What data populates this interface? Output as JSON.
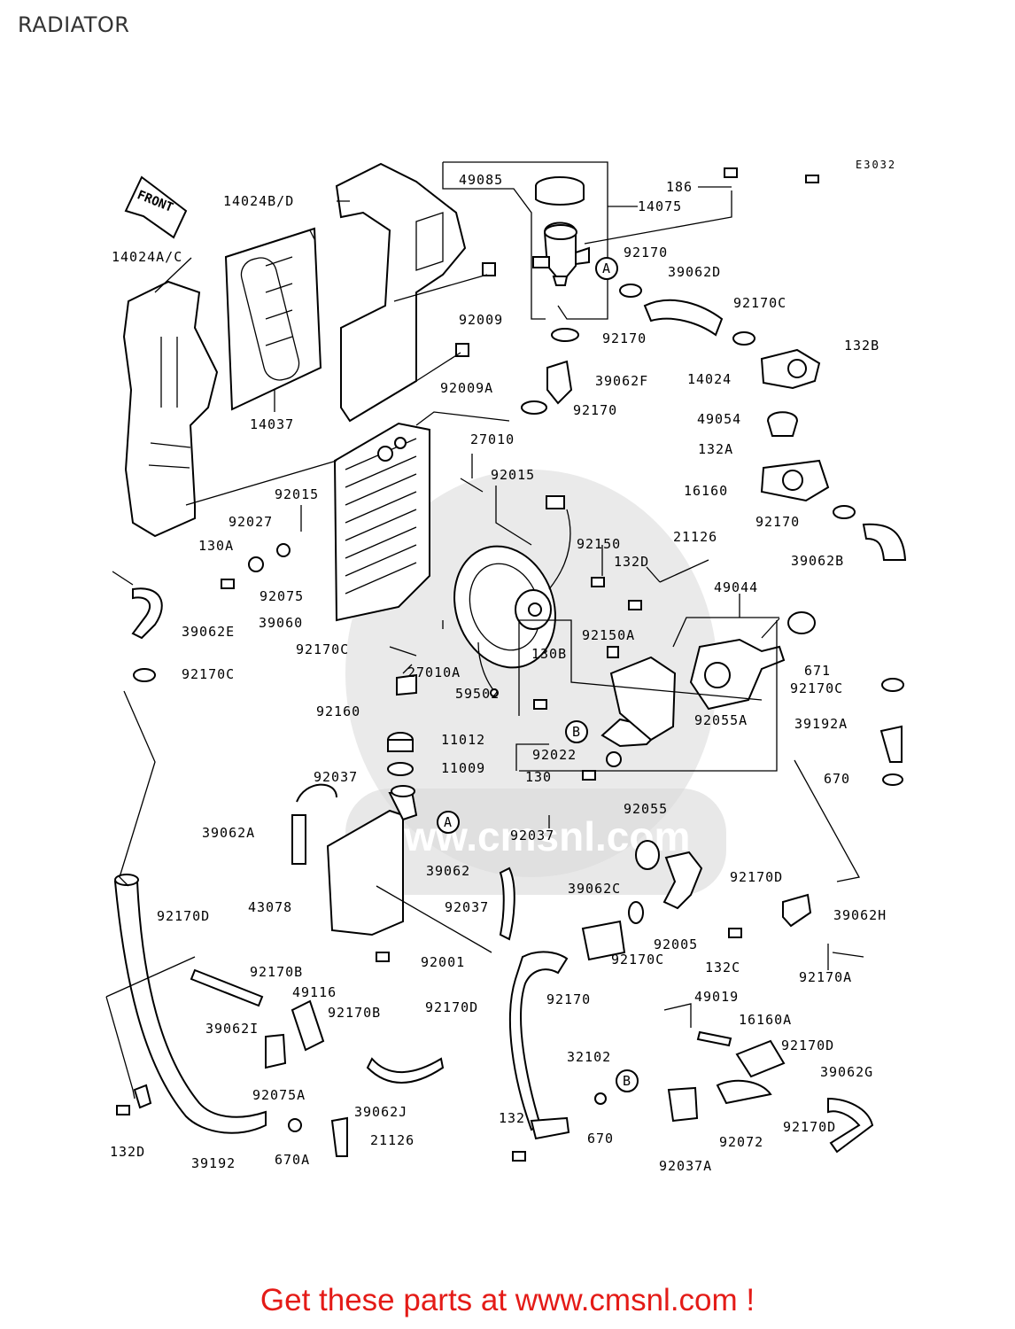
{
  "title": "RADIATOR",
  "diagram_code": "E3032",
  "front_arrow": "FRONT",
  "callout_a": "A",
  "callout_b": "B",
  "watermark": "www.cmsnl.com",
  "banner": "Get these parts at www.cmsnl.com !",
  "parts": [
    {
      "id": "p0",
      "text": "186"
    },
    {
      "id": "p1",
      "text": "49085"
    },
    {
      "id": "p2",
      "text": "14075"
    },
    {
      "id": "p3",
      "text": "14024B/D"
    },
    {
      "id": "p4",
      "text": "14024A/C"
    },
    {
      "id": "p5",
      "text": "92170"
    },
    {
      "id": "p6",
      "text": "39062D"
    },
    {
      "id": "p7",
      "text": "92009"
    },
    {
      "id": "p8",
      "text": "92170C"
    },
    {
      "id": "p9",
      "text": "92170"
    },
    {
      "id": "p10",
      "text": "132B"
    },
    {
      "id": "p11",
      "text": "92009A"
    },
    {
      "id": "p12",
      "text": "39062F"
    },
    {
      "id": "p13",
      "text": "14024"
    },
    {
      "id": "p14",
      "text": "14037"
    },
    {
      "id": "p15",
      "text": "92170"
    },
    {
      "id": "p16",
      "text": "49054"
    },
    {
      "id": "p17",
      "text": "27010"
    },
    {
      "id": "p18",
      "text": "132A"
    },
    {
      "id": "p19",
      "text": "92015"
    },
    {
      "id": "p20",
      "text": "92015"
    },
    {
      "id": "p21",
      "text": "16160"
    },
    {
      "id": "p22",
      "text": "92027"
    },
    {
      "id": "p23",
      "text": "92170"
    },
    {
      "id": "p24",
      "text": "21126"
    },
    {
      "id": "p25",
      "text": "130A"
    },
    {
      "id": "p26",
      "text": "92150"
    },
    {
      "id": "p27",
      "text": "132D"
    },
    {
      "id": "p28",
      "text": "39062B"
    },
    {
      "id": "p29",
      "text": "92075"
    },
    {
      "id": "p30",
      "text": "49044"
    },
    {
      "id": "p31",
      "text": "39060"
    },
    {
      "id": "p32",
      "text": "39062E"
    },
    {
      "id": "p33",
      "text": "92150A"
    },
    {
      "id": "p34",
      "text": "92170C"
    },
    {
      "id": "p35",
      "text": "130B"
    },
    {
      "id": "p36",
      "text": "671"
    },
    {
      "id": "p37",
      "text": "27010A"
    },
    {
      "id": "p38",
      "text": "92170C"
    },
    {
      "id": "p39",
      "text": "92170C"
    },
    {
      "id": "p40",
      "text": "59502"
    },
    {
      "id": "p41",
      "text": "92160"
    },
    {
      "id": "p42",
      "text": "92055A"
    },
    {
      "id": "p43",
      "text": "39192A"
    },
    {
      "id": "p44",
      "text": "11012"
    },
    {
      "id": "p45",
      "text": "92022"
    },
    {
      "id": "p46",
      "text": "11009"
    },
    {
      "id": "p47",
      "text": "130"
    },
    {
      "id": "p48",
      "text": "670"
    },
    {
      "id": "p49",
      "text": "92037"
    },
    {
      "id": "p50",
      "text": "92055"
    },
    {
      "id": "p51",
      "text": "39062A"
    },
    {
      "id": "p52",
      "text": "92037"
    },
    {
      "id": "p53",
      "text": "39062"
    },
    {
      "id": "p54",
      "text": "92170D"
    },
    {
      "id": "p55",
      "text": "39062C"
    },
    {
      "id": "p56",
      "text": "43078"
    },
    {
      "id": "p57",
      "text": "92037"
    },
    {
      "id": "p58",
      "text": "39062H"
    },
    {
      "id": "p59",
      "text": "92170D"
    },
    {
      "id": "p60",
      "text": "92005"
    },
    {
      "id": "p61",
      "text": "92001"
    },
    {
      "id": "p62",
      "text": "92170C"
    },
    {
      "id": "p63",
      "text": "132C"
    },
    {
      "id": "p64",
      "text": "92170B"
    },
    {
      "id": "p65",
      "text": "92170A"
    },
    {
      "id": "p66",
      "text": "49116"
    },
    {
      "id": "p67",
      "text": "92170"
    },
    {
      "id": "p68",
      "text": "49019"
    },
    {
      "id": "p69",
      "text": "92170B"
    },
    {
      "id": "p70",
      "text": "92170D"
    },
    {
      "id": "p71",
      "text": "16160A"
    },
    {
      "id": "p72",
      "text": "39062I"
    },
    {
      "id": "p73",
      "text": "92170D"
    },
    {
      "id": "p74",
      "text": "32102"
    },
    {
      "id": "p75",
      "text": "39062G"
    },
    {
      "id": "p76",
      "text": "92075A"
    },
    {
      "id": "p77",
      "text": "39062J"
    },
    {
      "id": "p78",
      "text": "132"
    },
    {
      "id": "p79",
      "text": "21126"
    },
    {
      "id": "p80",
      "text": "670"
    },
    {
      "id": "p81",
      "text": "92072"
    },
    {
      "id": "p82",
      "text": "92170D"
    },
    {
      "id": "p83",
      "text": "132D"
    },
    {
      "id": "p84",
      "text": "670A"
    },
    {
      "id": "p85",
      "text": "39192"
    },
    {
      "id": "p86",
      "text": "92037A"
    }
  ]
}
